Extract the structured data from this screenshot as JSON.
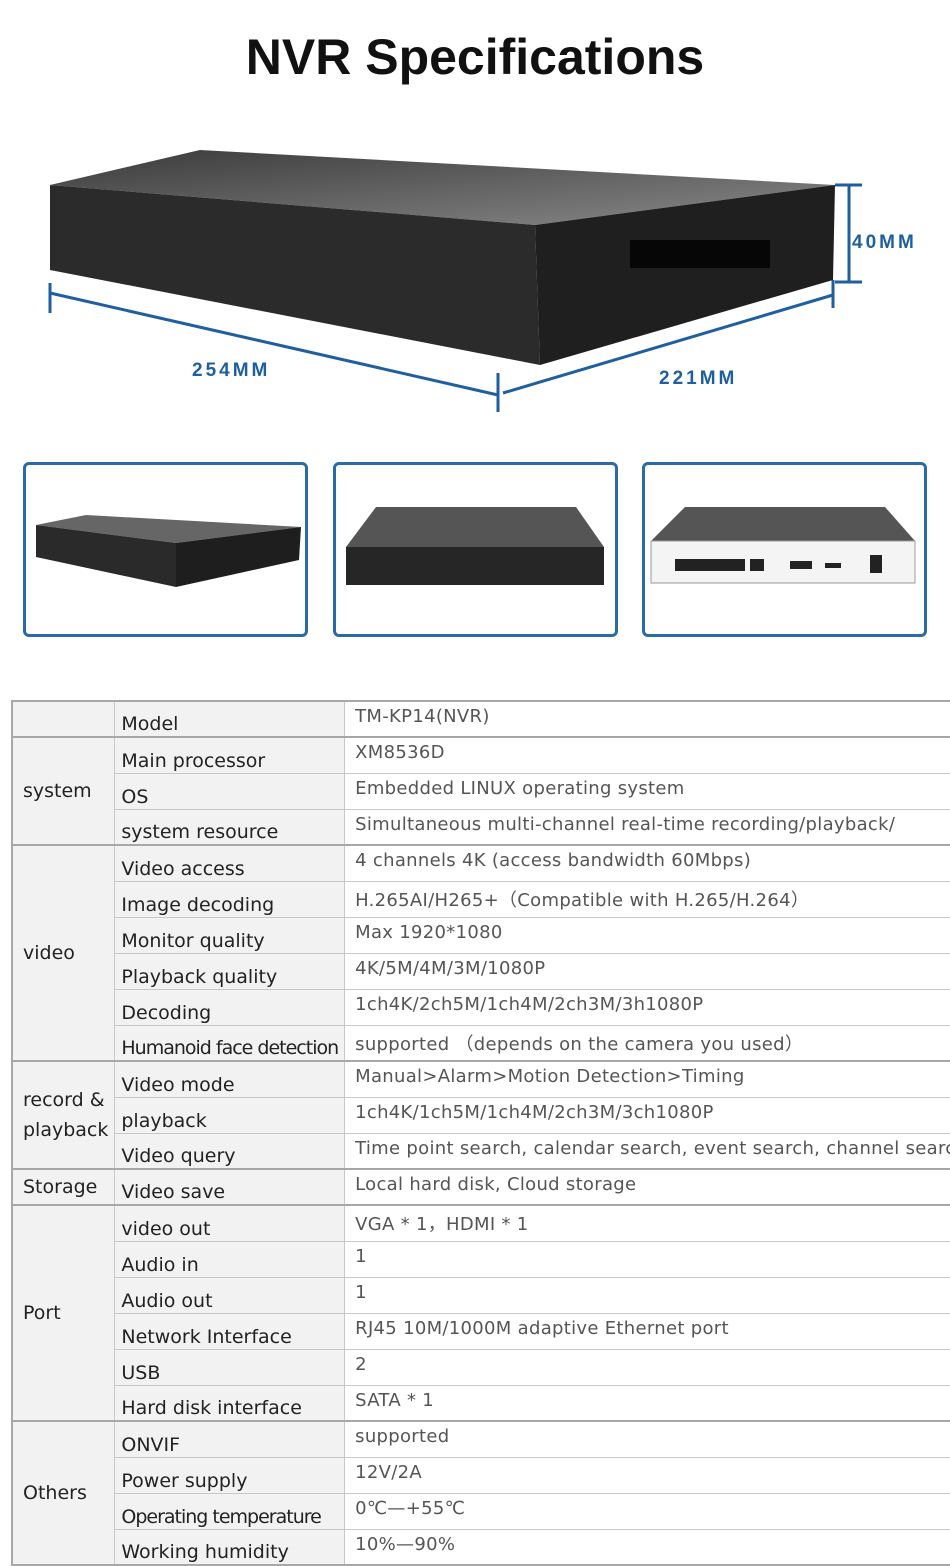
{
  "title": "NVR Specifications",
  "dimensions": {
    "height": "40MM",
    "width": "254MM",
    "depth": "221MM"
  },
  "colors": {
    "accent": "#1f5fa0",
    "thumb_border": "#2a6aa8"
  },
  "specs": [
    {
      "group": "",
      "rows": [
        {
          "k": "Model",
          "v": "TM-KP14(NVR)"
        }
      ]
    },
    {
      "group": "system",
      "rows": [
        {
          "k": "Main processor",
          "v": "XM8536D"
        },
        {
          "k": "OS",
          "v": "Embedded LINUX operating system"
        },
        {
          "k": "system resource",
          "v": "Simultaneous multi-channel real-time recording/playback/"
        }
      ]
    },
    {
      "group": "video",
      "rows": [
        {
          "k": "Video access",
          "v": "4 channels 4K (access bandwidth 60Mbps)"
        },
        {
          "k": "Image decoding",
          "v": "H.265AI/H265+（Compatible with H.265/H.264）"
        },
        {
          "k": "Monitor quality",
          "v": "Max 1920*1080"
        },
        {
          "k": "Playback quality",
          "v": "4K/5M/4M/3M/1080P"
        },
        {
          "k": "Decoding",
          "v": "1ch4K/2ch5M/1ch4M/2ch3M/3h1080P"
        },
        {
          "k": "Humanoid face detection",
          "v": "supported （depends on the camera you used）"
        }
      ]
    },
    {
      "group": "record & playback",
      "rows": [
        {
          "k": "Video mode",
          "v": "Manual>Alarm>Motion Detection>Timing"
        },
        {
          "k": "playback",
          "v": "1ch4K/1ch5M/1ch4M/2ch3M/3ch1080P"
        },
        {
          "k": "Video query",
          "v": "Time point search, calendar search, event search, channel search"
        }
      ]
    },
    {
      "group": "Storage",
      "rows": [
        {
          "k": "Video save",
          "v": "Local hard disk, Cloud storage"
        }
      ]
    },
    {
      "group": "Port",
      "rows": [
        {
          "k": "video out",
          "v": "VGA * 1，HDMI * 1"
        },
        {
          "k": "Audio in",
          "v": "1"
        },
        {
          "k": "Audio out",
          "v": "1"
        },
        {
          "k": "Network Interface",
          "v": "RJ45 10M/1000M adaptive Ethernet port"
        },
        {
          "k": "USB",
          "v": "2"
        },
        {
          "k": "Hard disk interface",
          "v": "SATA * 1"
        }
      ]
    },
    {
      "group": "Others",
      "rows": [
        {
          "k": "ONVIF",
          "v": "supported"
        },
        {
          "k": "Power supply",
          "v": "12V/2A"
        },
        {
          "k": "Operating temperature",
          "v": "0℃—+55℃"
        },
        {
          "k": "Working humidity",
          "v": "10%—90%"
        }
      ]
    }
  ]
}
